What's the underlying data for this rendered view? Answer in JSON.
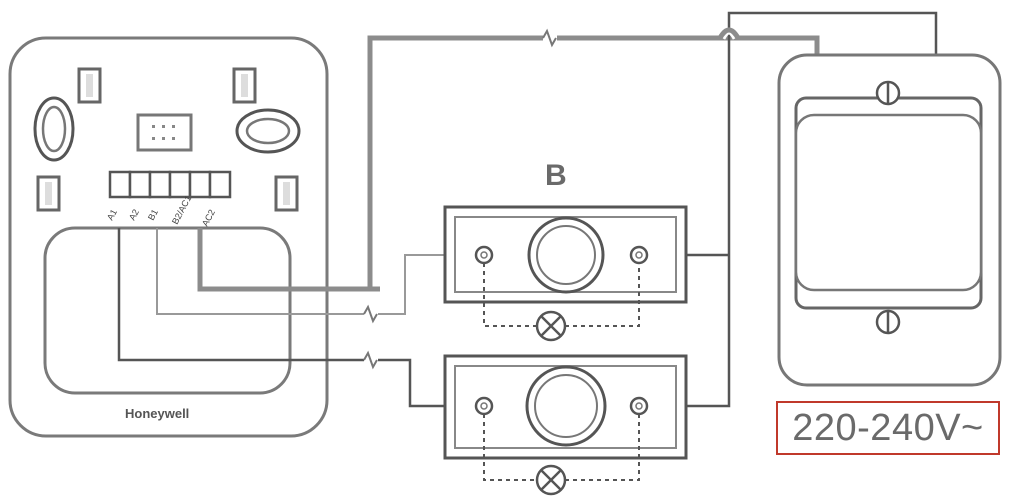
{
  "controller": {
    "brand": "Honeywell",
    "terminals": [
      "A1",
      "A2",
      "B1",
      "B2/AC1",
      "AC2"
    ]
  },
  "section_label": "B",
  "power": {
    "voltage_label": "220-240V~"
  },
  "colors": {
    "wire": "#8c8c8c",
    "wire_dark": "#555555",
    "outline": "#7a7a7a",
    "voltage_border": "#c0392b"
  }
}
